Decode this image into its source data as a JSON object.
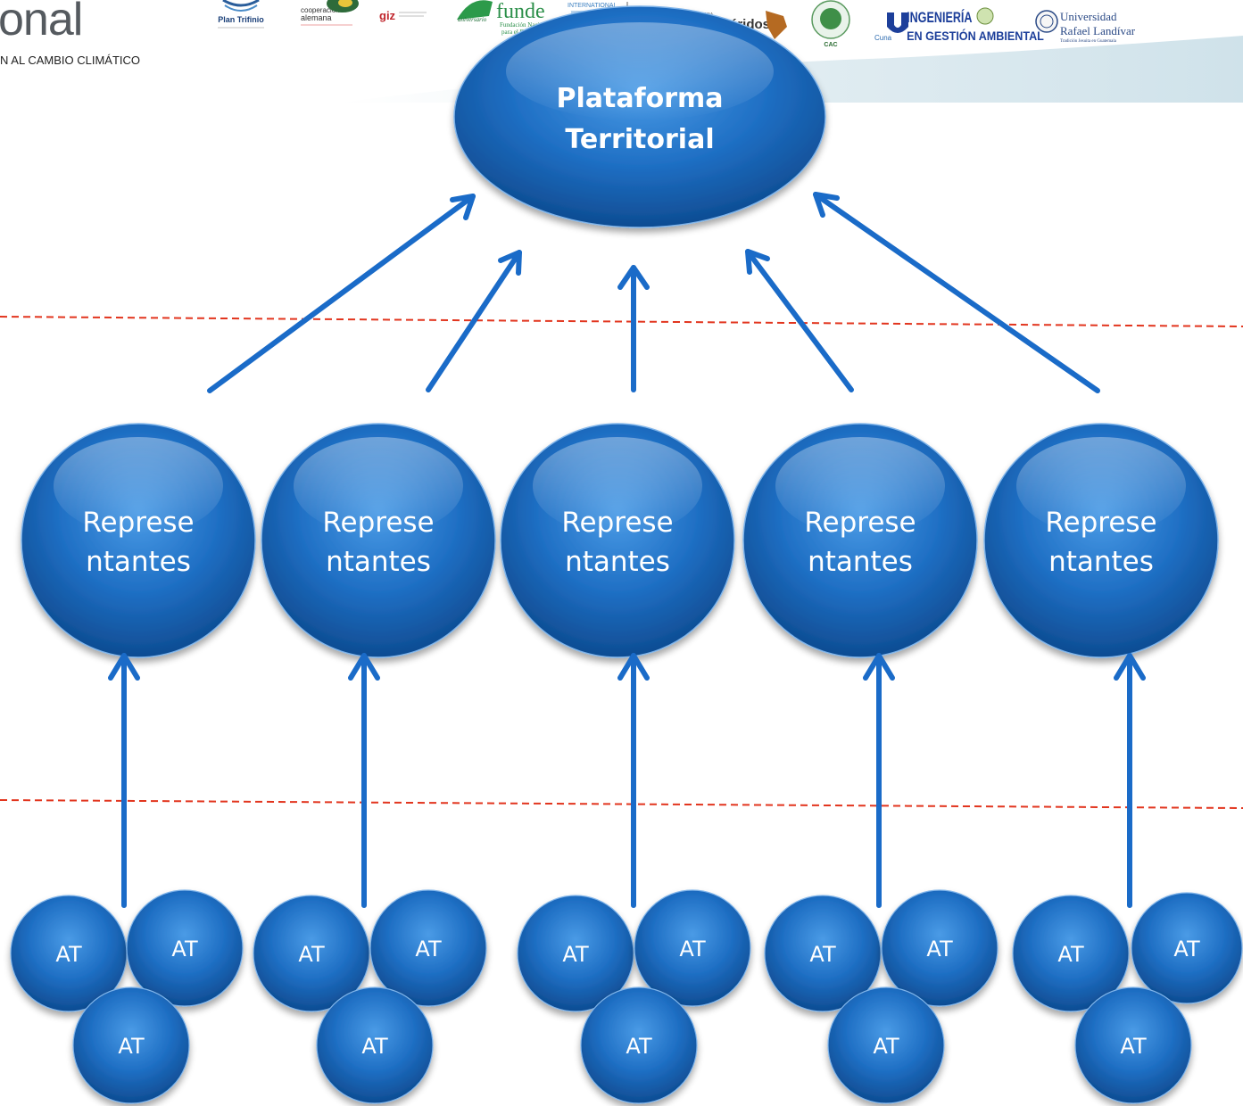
{
  "header": {
    "title_fragment": "onal",
    "subtitle_fragment": "N AL CAMBIO CLIMÁTICO",
    "logos": [
      {
        "name": "plan-trifinio",
        "text": "Plan Trifinio"
      },
      {
        "name": "cooperacion-alemana",
        "text": "cooperación alemana"
      },
      {
        "name": "giz",
        "text": "giz"
      },
      {
        "name": "funde",
        "text": "funde"
      },
      {
        "name": "international",
        "text": "INTERNATIONAL"
      },
      {
        "name": "hermanos-ameridos",
        "text": "éridos"
      },
      {
        "name": "cac",
        "text": "CAC"
      },
      {
        "name": "ingenieria-gestion-ambiental",
        "text": "INGENIERÍA EN GESTIÓN AMBIENTAL"
      },
      {
        "name": "universidad-rafael-landivar",
        "text": "Universidad Rafael Landívar"
      }
    ]
  },
  "diagram": {
    "top_node": {
      "line1": "Plataforma",
      "line2": "Territorial"
    },
    "representatives": [
      {
        "line1": "Represe",
        "line2": "ntantes"
      },
      {
        "line1": "Represe",
        "line2": "ntantes"
      },
      {
        "line1": "Represe",
        "line2": "ntantes"
      },
      {
        "line1": "Represe",
        "line2": "ntantes"
      },
      {
        "line1": "Represe",
        "line2": "ntantes"
      }
    ],
    "at_groups": [
      [
        "AT",
        "AT",
        "AT"
      ],
      [
        "AT",
        "AT",
        "AT"
      ],
      [
        "AT",
        "AT",
        "AT"
      ],
      [
        "AT",
        "AT",
        "AT"
      ],
      [
        "AT",
        "AT",
        "AT"
      ]
    ],
    "colors": {
      "node": "#1f6fc4",
      "node_light": "#3b8fdf",
      "node_dark": "#0f4f98",
      "arrow": "#1a6bc8",
      "dashed_line": "#e2351e"
    }
  }
}
